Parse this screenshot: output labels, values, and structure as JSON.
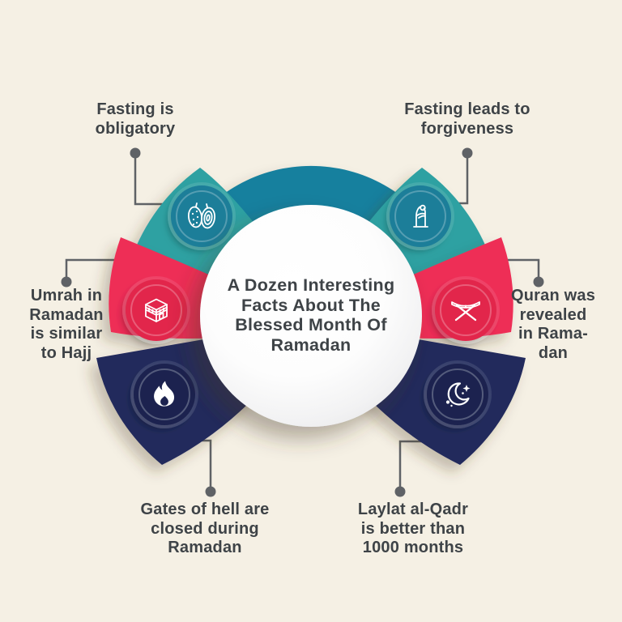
{
  "title": {
    "text": "A Dozen Interesting\nFacts About The\nBlessed Month Of\nRamadan"
  },
  "facts": [
    {
      "position": "top-left",
      "label": "Fasting is\nobligatory",
      "icon": "dates-icon",
      "category_color": "#2ea1a2"
    },
    {
      "position": "top-right",
      "label": "Fasting leads to\nforgiveness",
      "icon": "praying-person-icon",
      "category_color": "#2ea1a2"
    },
    {
      "position": "middle-left",
      "label": "Umrah in\nRamadan\nis similar\nto Hajj",
      "icon": "kaaba-icon",
      "category_color": "#ee2d56"
    },
    {
      "position": "middle-right",
      "label": "Quran was\nrevealed\nin Rama-\ndan",
      "icon": "quran-icon",
      "category_color": "#ee2d56"
    },
    {
      "position": "bottom-left",
      "label": "Gates of hell are\nclosed during\nRamadan",
      "icon": "flame-icon",
      "category_color": "#212b5c"
    },
    {
      "position": "bottom-right",
      "label": "Laylat al-Qadr\nis better than\n1000 months",
      "icon": "crescent-moon-icon",
      "category_color": "#212b5c"
    }
  ],
  "palette": {
    "background": "#f5f0e4",
    "teal": "#2ea1a2",
    "teal_dark": "#1d7e99",
    "ring_teal": "#17809e",
    "red": "#ee2d56",
    "red_dark": "#e2274c",
    "navy": "#212b5c",
    "navy_dark": "#1b2450",
    "center_circle": "#ffffff",
    "text": "#3e4347",
    "connector": "#5f6266"
  }
}
